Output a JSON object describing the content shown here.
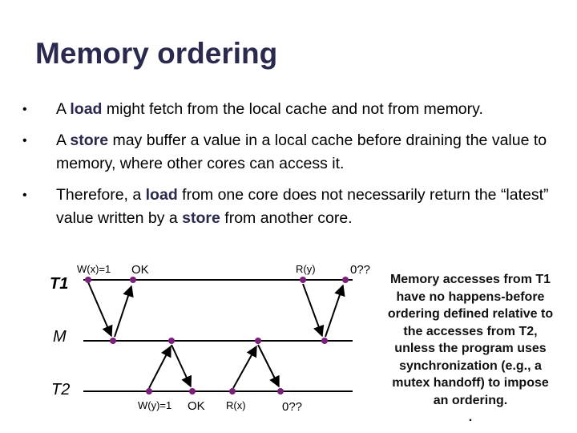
{
  "title": "Memory ordering",
  "bullets": [
    {
      "parts": [
        "A ",
        "load",
        " might fetch from the local cache and not from memory."
      ]
    },
    {
      "parts": [
        "A ",
        "store",
        " may buffer a value in a local cache before draining the value to memory, where other cores can access it."
      ]
    },
    {
      "parts": [
        "Therefore, a ",
        "load",
        " from one core does not necessarily return the “latest” value written by a ",
        "store",
        " from another core."
      ]
    }
  ],
  "diagram": {
    "lanes": {
      "t1": "T1",
      "m": "M",
      "t2": "T2"
    },
    "t1_labels": {
      "store": "W(x)=1",
      "ok": "OK",
      "load": "R(y)",
      "result": "0??"
    },
    "t2_labels": {
      "store": "W(y)=1",
      "ok": "OK",
      "load": "R(x)",
      "result": "0??"
    }
  },
  "note": {
    "before": "Memory accesses from T1 have no ",
    "emph": "happens-before",
    "after": " ordering defined relative to the accesses from T2, unless the program uses synchronization (e.g., a mutex handoff) to impose an ordering.",
    "trailer": "."
  },
  "colors": {
    "title": "#2a2a4f",
    "dot": "#7a1f7a",
    "line": "#000000"
  }
}
